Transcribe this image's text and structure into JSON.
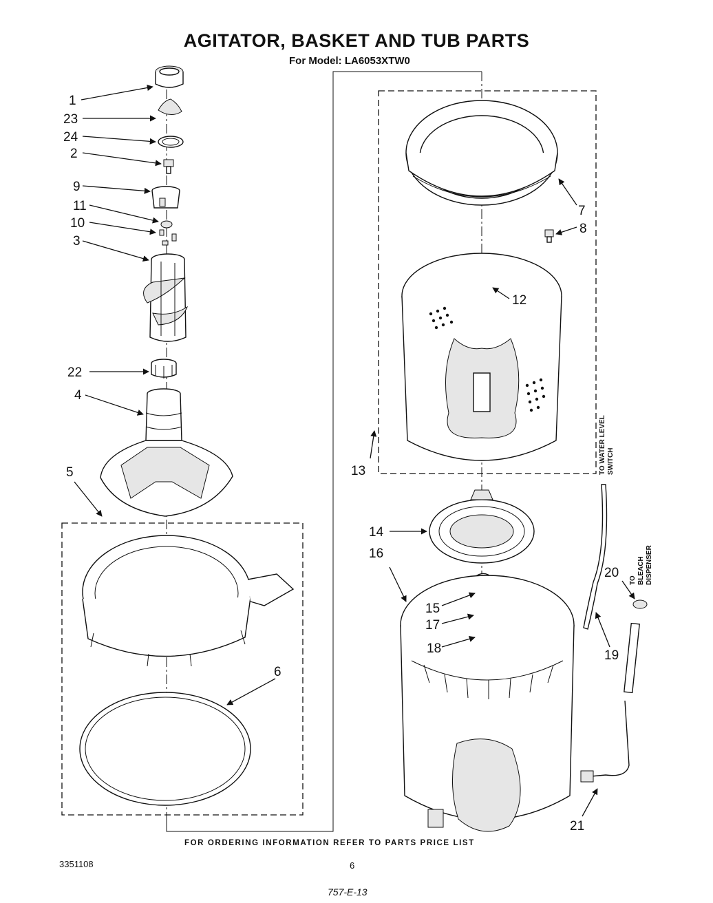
{
  "title": "AGITATOR, BASKET AND TUB PARTS",
  "subtitle": "For Model: LA6053XTW0",
  "footer": "FOR ORDERING INFORMATION REFER TO PARTS PRICE LIST",
  "document_number": "3351108",
  "page_number": "6",
  "handwritten_note": "757-E-13",
  "notes": {
    "water_level_line1": "TO WATER LEVEL",
    "water_level_line2": "SWITCH",
    "bleach_line1": "TO",
    "bleach_line2": "BLEACH",
    "bleach_line3": "DISPENSER"
  },
  "callouts": {
    "c1": "1",
    "c23": "23",
    "c24": "24",
    "c2": "2",
    "c9": "9",
    "c11": "11",
    "c10": "10",
    "c3": "3",
    "c22": "22",
    "c4": "4",
    "c5": "5",
    "c6": "6",
    "c7": "7",
    "c8": "8",
    "c12": "12",
    "c13": "13",
    "c14": "14",
    "c16": "16",
    "c15": "15",
    "c17": "17",
    "c18": "18",
    "c19": "19",
    "c20": "20",
    "c21": "21"
  }
}
